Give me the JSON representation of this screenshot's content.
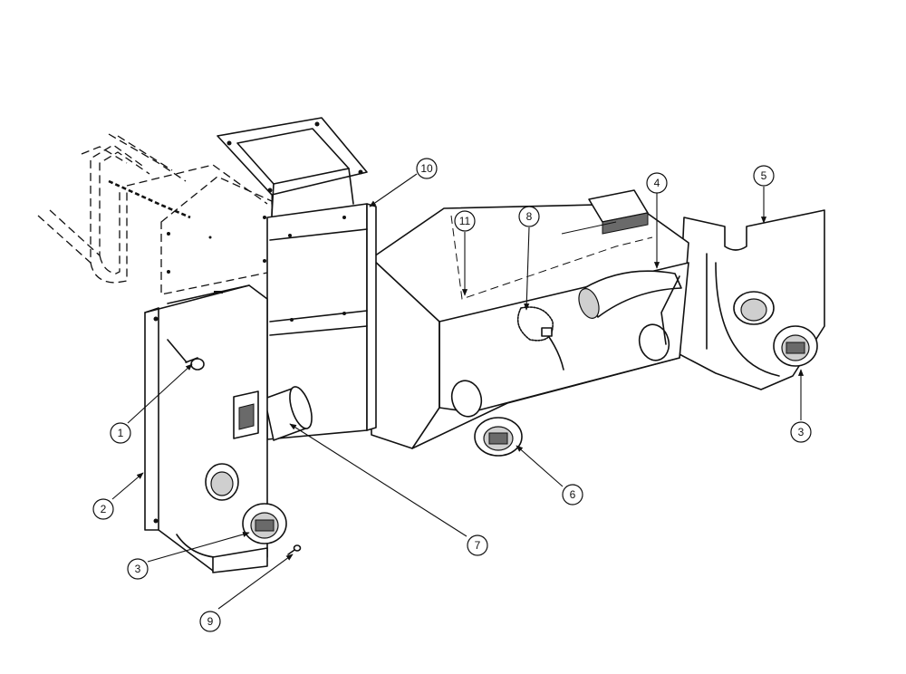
{
  "diagram": {
    "callouts": [
      {
        "id": "callout-1",
        "label": "1"
      },
      {
        "id": "callout-2",
        "label": "2"
      },
      {
        "id": "callout-3a",
        "label": "3"
      },
      {
        "id": "callout-3b",
        "label": "3"
      },
      {
        "id": "callout-4",
        "label": "4"
      },
      {
        "id": "callout-5",
        "label": "5"
      },
      {
        "id": "callout-6",
        "label": "6"
      },
      {
        "id": "callout-7",
        "label": "7"
      },
      {
        "id": "callout-8",
        "label": "8"
      },
      {
        "id": "callout-9",
        "label": "9"
      },
      {
        "id": "callout-10",
        "label": "10"
      },
      {
        "id": "callout-11",
        "label": "11"
      }
    ]
  }
}
